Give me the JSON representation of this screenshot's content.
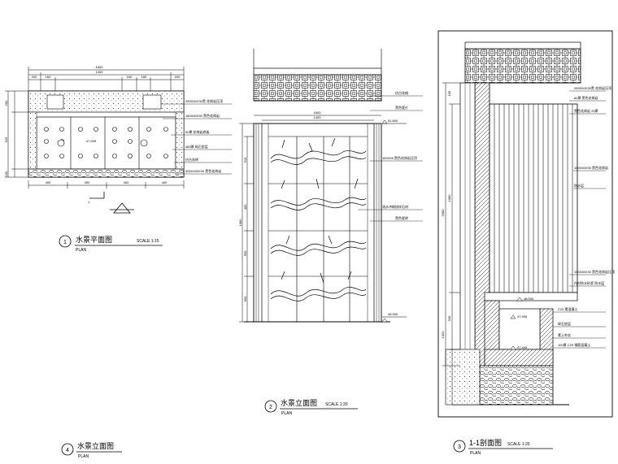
{
  "views": {
    "plan": {
      "number": "1",
      "title": "水景平面图",
      "sub": "PLAN",
      "scale": "SCALE 1:15",
      "dims_top": [
        "1600",
        "1400",
        "200",
        "160",
        "160",
        "180",
        "200"
      ],
      "dims_bottom": [
        "400",
        "400",
        "400",
        "400"
      ],
      "dims_left": [
        "200",
        "525",
        "100"
      ],
      "section_mark": "1",
      "level_label": "47.995",
      "notes": [
        "250X50X30黑 花岗岩压顶",
        "160X60X55 黑色花岗岩",
        "50厚 花岗岩底板",
        "480厚 碎石垫层",
        "仿古灰砖",
        "400X400X30 黑色花岗岩"
      ]
    },
    "elevation": {
      "number": "2",
      "title": "水景立面图",
      "sub": "PLAN",
      "scale": "SCALE 1:20",
      "dims_top": [
        "1600",
        "1400"
      ],
      "dims_left": [
        "515",
        "400",
        "1980",
        "550",
        "600"
      ],
      "level_top": "51.600",
      "level_bottom": "48.500",
      "notes": [
        "仿古花格",
        "黑色瓷片",
        "160X55 黑色花岗岩压顶",
        "流水冲刷纹样石材",
        "黑色瓷砖"
      ]
    },
    "section": {
      "number": "3",
      "title": "1-1剖面图",
      "sub": "PLAN",
      "scale": "SCALE 1:20",
      "dims_left": [
        "195",
        "1980",
        "2980",
        "505",
        "1320"
      ],
      "levels": [
        "48.000",
        "47.995",
        "47.445"
      ],
      "notes": [
        "250X50X30黑 花岗岩压顶",
        "60厚 黑色花岗岩",
        "黑色花岗岩 25厚",
        "160X60X55 黑色花岗岩",
        "防水层",
        "160X80X30 黑色花岗岩压顶",
        "内衬防水砂浆 防水层",
        "C20 素混凝土",
        "碎石垫层",
        "素土夯实",
        "100厚 C25 钢筋混凝土"
      ]
    },
    "detail": {
      "number": "4",
      "title": "水景立面图",
      "sub": "PLAN"
    }
  }
}
